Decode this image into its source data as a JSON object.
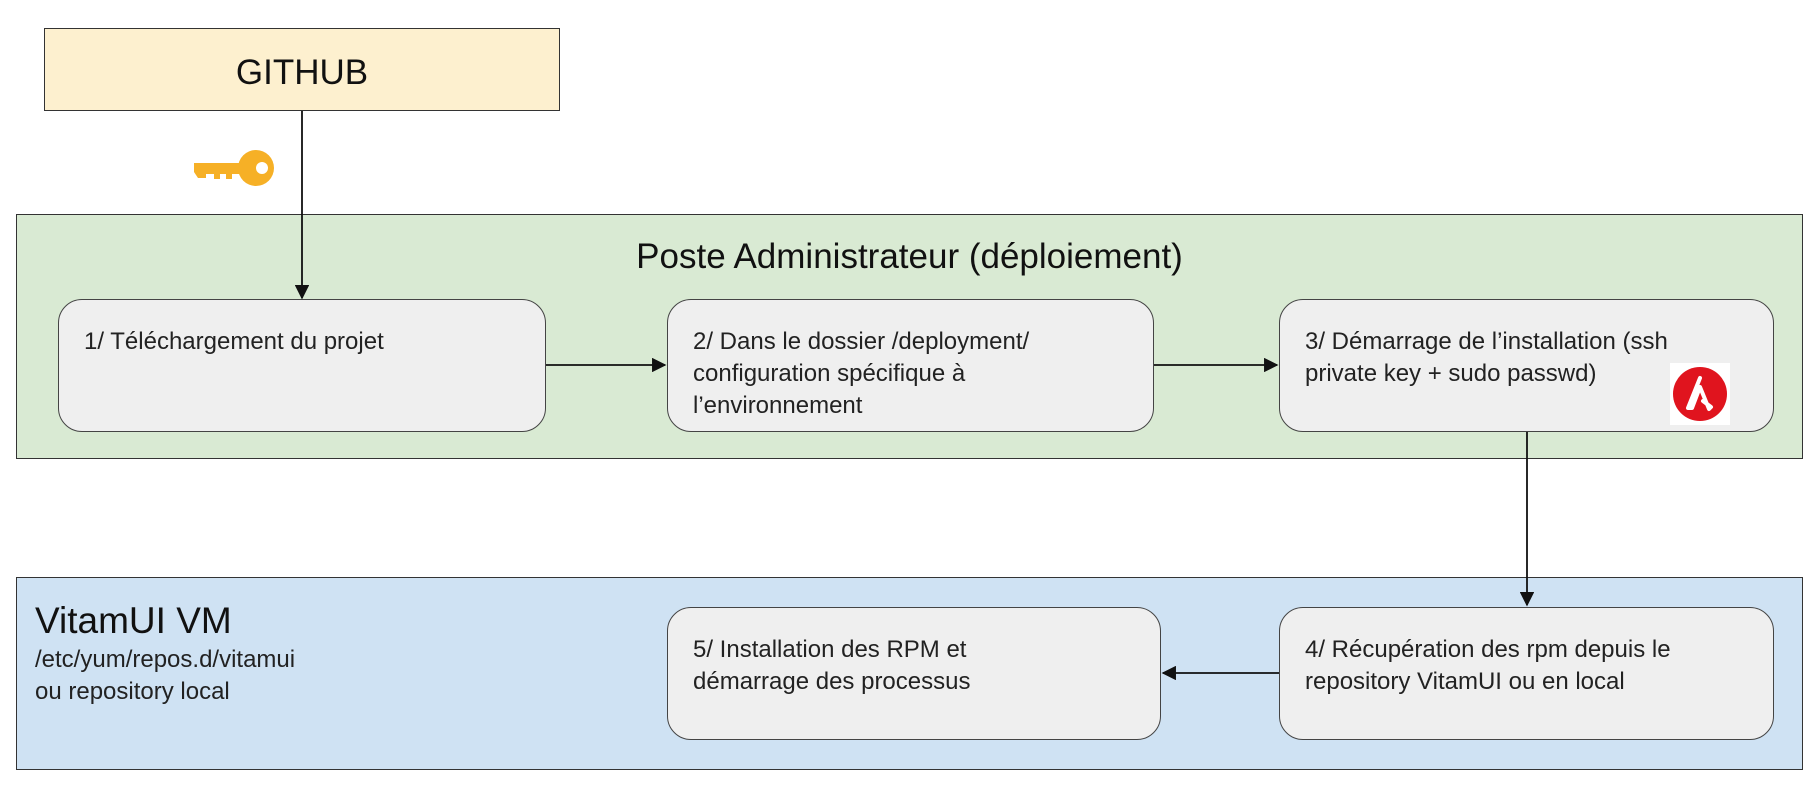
{
  "github": {
    "label": "GITHUB"
  },
  "admin_zone": {
    "title": "Poste Administrateur (déploiement)"
  },
  "vm_zone": {
    "title": "VitamUI VM",
    "subtitle_lines": [
      "/etc/yum/repos.d/vitamui",
      "ou repository local"
    ]
  },
  "steps": [
    {
      "lines": [
        "1/ Téléchargement du projet"
      ]
    },
    {
      "lines": [
        "2/ Dans le dossier /deployment/",
        "configuration spécifique à",
        "l’environnement"
      ]
    },
    {
      "lines": [
        "3/  Démarrage de l’installation  (ssh",
        "private key + sudo passwd)"
      ]
    },
    {
      "lines": [
        "4/  Récupération des rpm depuis le",
        "repository VitamUI ou en local"
      ]
    },
    {
      "lines": [
        "5/  Installation des RPM et",
        "démarrage des processus"
      ]
    }
  ],
  "icons": {
    "key": "key-icon",
    "ansible": "ansible-logo-icon"
  },
  "colors": {
    "github_fill": "#fdf0cf",
    "admin_zone_fill": "#d9ead3",
    "vm_zone_fill": "#cfe2f3",
    "step_fill": "#efefef",
    "key": "#f6b026",
    "ansible_red": "#e0141e"
  }
}
